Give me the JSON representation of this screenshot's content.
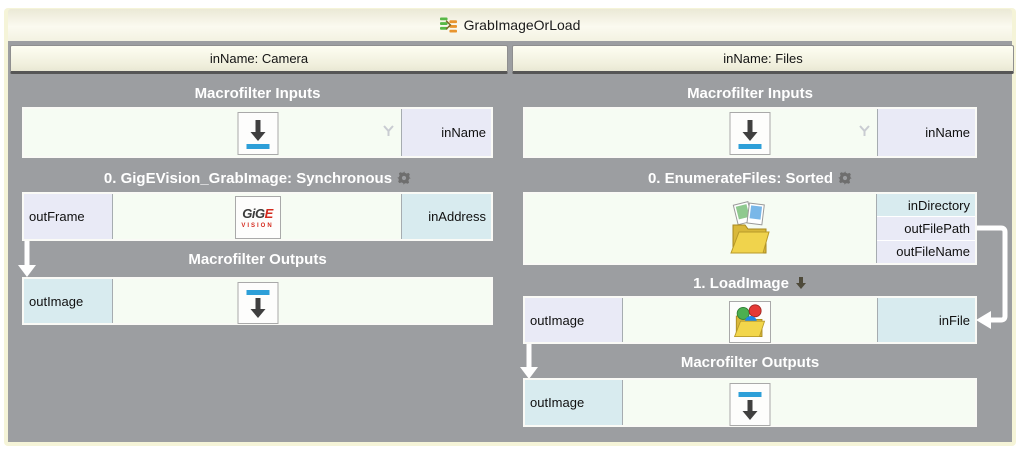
{
  "window": {
    "title": "GrabImageOrLoad"
  },
  "tabs": [
    {
      "label": "inName: Camera"
    },
    {
      "label": "inName: Files"
    }
  ],
  "left": {
    "inputs_header": "Macrofilter Inputs",
    "input_block": {
      "port": "inName"
    },
    "filter_header": "0. GigEVision_GrabImage: Synchronous",
    "filter_block": {
      "out": "outFrame",
      "in": "inAddress",
      "logo_text": "GiG",
      "logo_e": "E",
      "logo_sub": "VISION"
    },
    "outputs_header": "Macrofilter Outputs",
    "output_block": {
      "port": "outImage"
    }
  },
  "right": {
    "inputs_header": "Macrofilter Inputs",
    "input_block": {
      "port": "inName"
    },
    "enum_header": "0. EnumerateFiles: Sorted",
    "enum_block": {
      "ports": [
        "inDirectory",
        "outFilePath",
        "outFileName"
      ]
    },
    "load_header": "1. LoadImage",
    "load_block": {
      "out": "outImage",
      "in": "inFile"
    },
    "outputs_header": "Macrofilter Outputs",
    "output_block": {
      "port": "outImage"
    }
  },
  "icons": {
    "macrofilter_icon": "stacked-green-orange-bars-with-arrow",
    "gear_icon": "settings-gear",
    "input_port_icon": "arrow-down-to-blue-bar",
    "output_port_icon": "blue-bar-arrow-down",
    "fork_icon": "branch-split",
    "enumerate_files_icon": "folder-with-photos",
    "load_image_icon": "folder-with-rgb-balls",
    "expand_icon": "small-dark-down-arrow"
  },
  "colors": {
    "background_gray": "#9c9ea1",
    "frame_cream": "#f5f4d8",
    "lavender_port": "#e9eaf6",
    "cyan_port": "#d8ebef",
    "block_bg": "#f6fcf3",
    "accent_blue": "#2d9fd8",
    "logo_red": "#d42a1e"
  }
}
